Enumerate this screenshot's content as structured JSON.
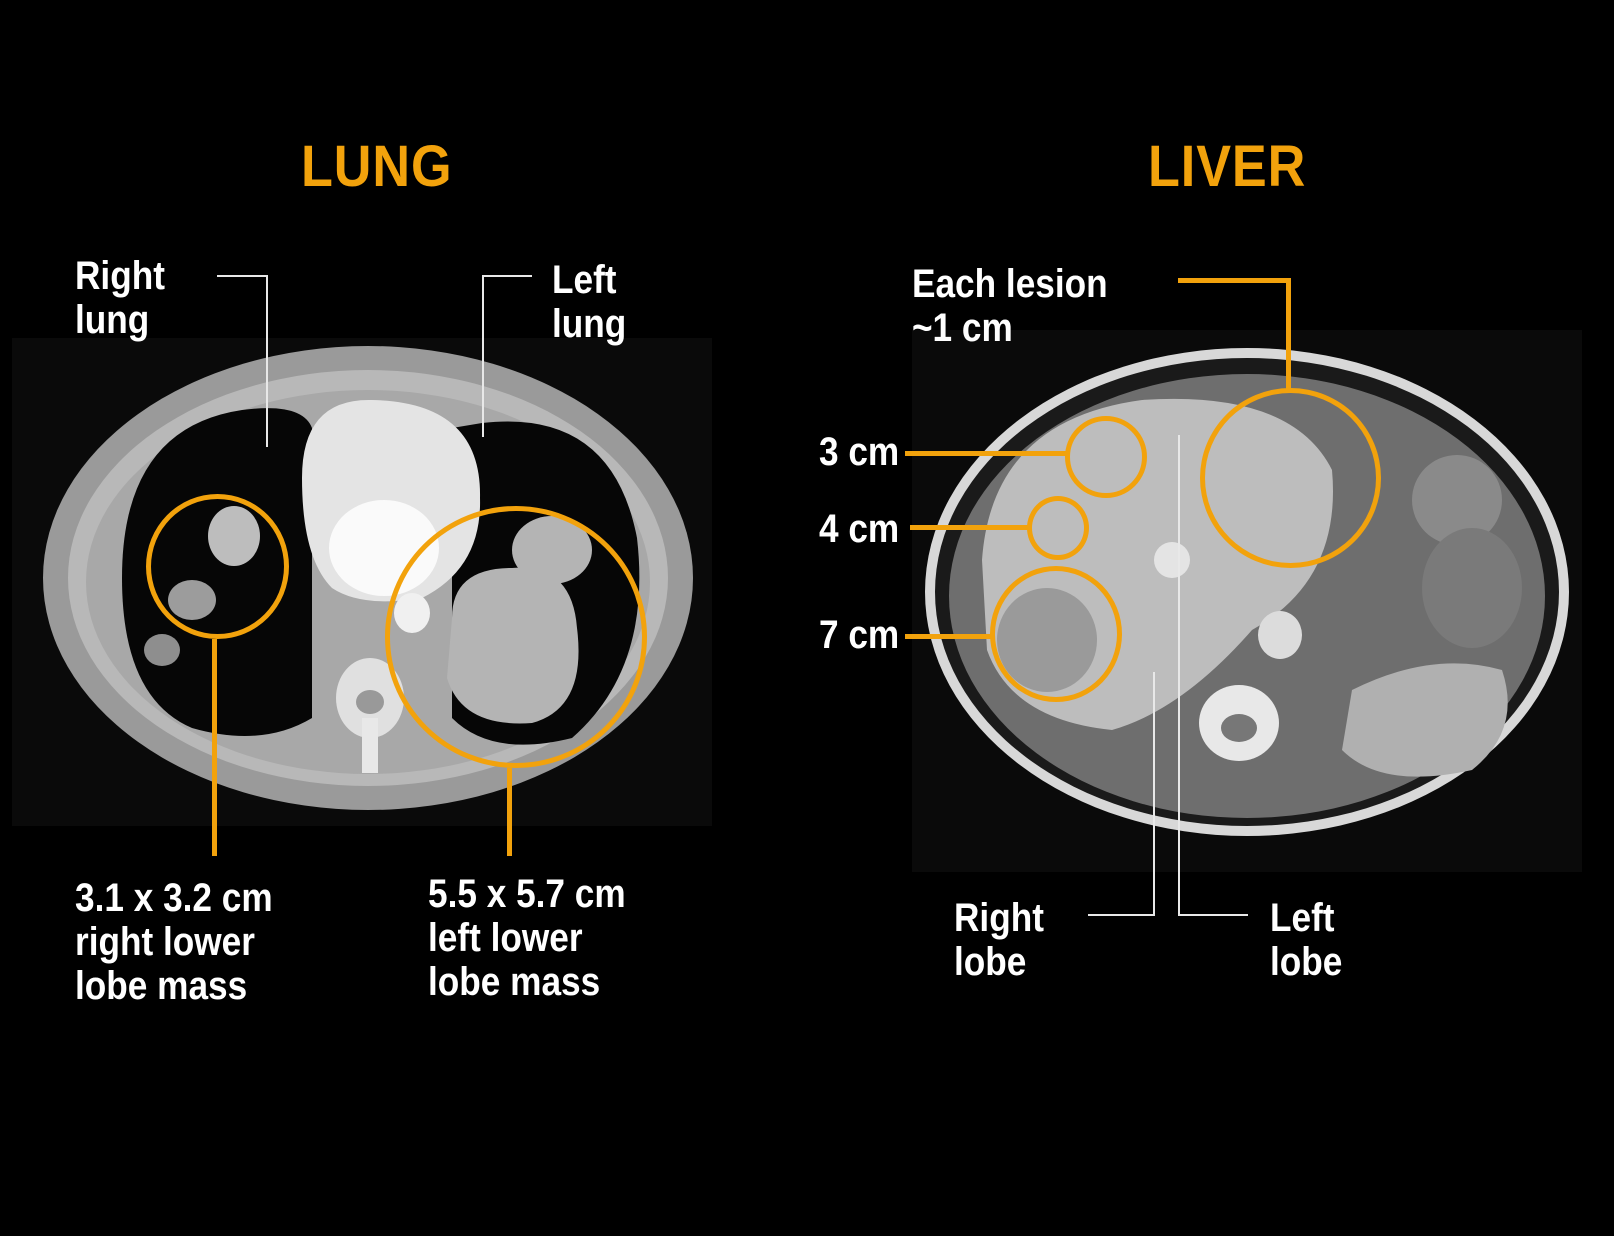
{
  "colors": {
    "accent": "#F2A20C",
    "background": "#000000",
    "label_text": "#FFFFFF",
    "leader_line_white": "#E8E8E8"
  },
  "lung": {
    "title": "LUNG",
    "labels": {
      "right_lung": "Right\nlung",
      "left_lung": "Left\nlung",
      "right_mass": "3.1 x 3.2 cm\nright lower\nlobe mass",
      "left_mass": "5.5 x 5.7 cm\nleft lower\nlobe mass"
    }
  },
  "liver": {
    "title": "LIVER",
    "labels": {
      "each_lesion": "Each lesion\n~1 cm",
      "lesion_3cm": "3 cm",
      "lesion_4cm": "4 cm",
      "lesion_7cm": "7 cm",
      "right_lobe": "Right\nlobe",
      "left_lobe": "Left\nlobe"
    }
  }
}
